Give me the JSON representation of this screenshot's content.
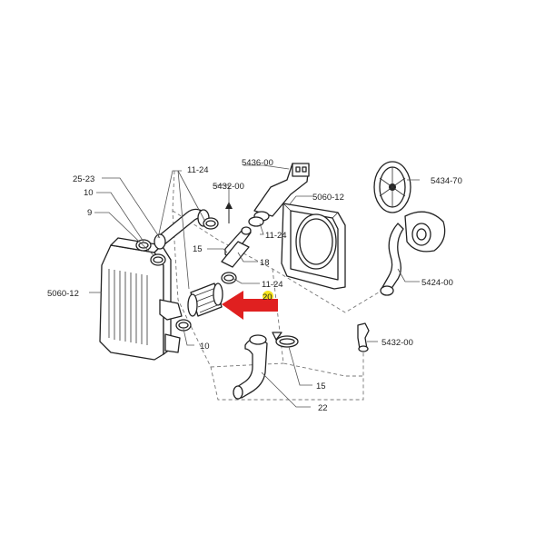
{
  "parts": {
    "p_5436_00": "5436-00",
    "p_5432_00_top": "5432-00",
    "p_5060_12_right": "5060-12",
    "p_5434_70": "5434-70",
    "p_25_23": "25-23",
    "p_11_24_top": "11-24",
    "p_10_top": "10",
    "p_9": "9",
    "p_11_24_mid": "11-24",
    "p_15_top": "15",
    "p_18": "18",
    "p_5060_12_left": "5060-12",
    "p_11_24_low": "11-24",
    "p_20": "20",
    "p_5424_00": "5424-00",
    "p_10_bottom": "10",
    "p_5432_00_right": "5432-00",
    "p_15_bottom": "15",
    "p_22": "22"
  },
  "colors": {
    "highlight_arrow": "#e02020",
    "highlight_dot": "#f5e21a",
    "line": "#222222"
  }
}
